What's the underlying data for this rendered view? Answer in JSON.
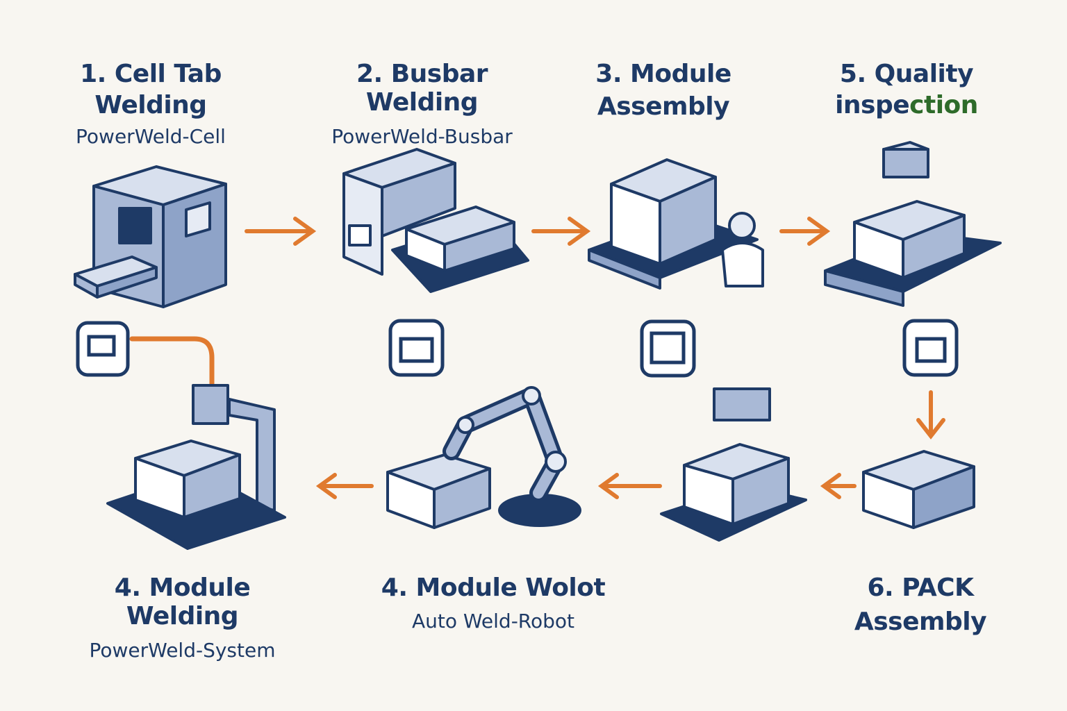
{
  "steps": [
    {
      "title_line1": "1. Cell Tab",
      "title_line2": "Welding",
      "machine": "PowerWeld-Cell"
    },
    {
      "title_line1": "2. Busbar Welding",
      "machine": "PowerWeld-Busbar"
    },
    {
      "title_line1": "3. Module",
      "title_line2": "Assembly"
    },
    {
      "title_line1": "5. Quality",
      "title_line2a": "inspe",
      "title_line2b": "ction"
    },
    {
      "title_line1": "6. PACK",
      "title_line2": "Assembly"
    },
    {
      "title_line1": "4. Module Wolot",
      "machine": "Auto Weld-Robot"
    },
    {
      "title_line1": "4. Module Welding",
      "machine": "PowerWeld-System"
    }
  ],
  "icons": {
    "step1_machine": "enclosed-welding-machine-icon",
    "step2_machine": "busbar-welding-machine-icon",
    "step3_machine": "assembly-station-with-worker-icon",
    "step5_machine": "inspection-camera-station-icon",
    "step6_machine": "battery-pack-icon",
    "robot": "robotic-arm-icon",
    "welding_gantry": "welding-gantry-icon"
  },
  "colors": {
    "ink": "#1e3a66",
    "fill": "#a9b9d6",
    "arrow": "#e07a2f",
    "background": "#f8f6f1"
  }
}
